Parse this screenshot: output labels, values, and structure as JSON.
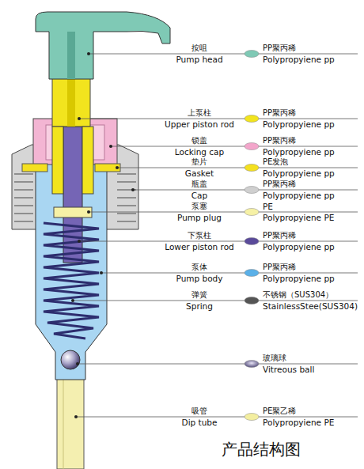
{
  "diagram": {
    "caption": "产品结构图",
    "labels": [
      "按咀",
      "Pump head",
      "PP聚丙稀",
      "Polypropyiene pp",
      "上泵柱",
      "Upper piston rod",
      "PP聚丙稀",
      "Polypropyiene pp",
      "锁盖",
      "Locking cap",
      "PP聚丙稀",
      "Polypropyiene pp",
      "垫片",
      "Gasket",
      "PE发泡",
      "Polypropyiene pp",
      "瓶盖",
      "Cap",
      "PP聚丙稀",
      "Polypropyiene pp",
      "泵塞",
      "Pump plug",
      "PE",
      "Polypropyiene PE",
      "下泵柱",
      "Lower piston rod",
      "PP聚丙稀",
      "Polypropyiene pp",
      "泵体",
      "Pump body",
      "PP聚丙稀",
      "Polypropyiene pp",
      "弹簧",
      "Spring",
      "不锈钢（SUS304）",
      "StainlessStee(SUS304)",
      "玻璃球",
      "Vitreous ball",
      "吸管",
      "Dip tube",
      "PE聚乙稀",
      "Polypropyiene PE"
    ]
  }
}
